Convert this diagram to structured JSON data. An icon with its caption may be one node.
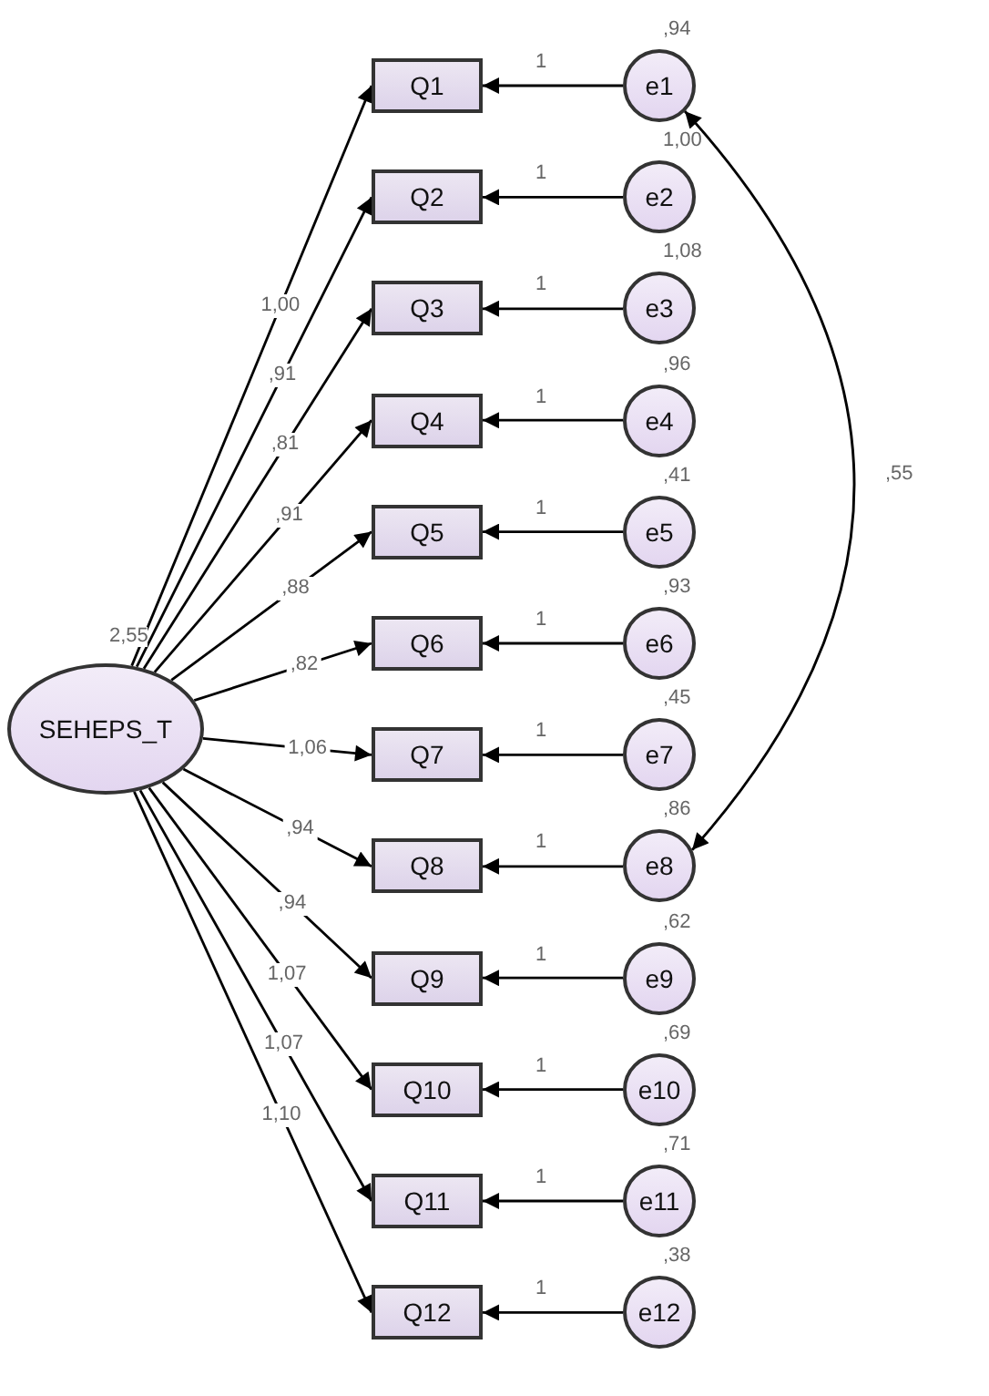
{
  "diagram": {
    "nodes": [
      {
        "text": [
          "SEHEPS_T"
        ],
        "beside": [
          "2,55"
        ]
      },
      {
        "text": [
          "Q1"
        ]
      },
      {
        "text": [
          "Q2"
        ]
      },
      {
        "text": [
          "Q3"
        ]
      },
      {
        "text": [
          "Q4"
        ]
      },
      {
        "text": [
          "Q5"
        ]
      },
      {
        "text": [
          "Q6"
        ]
      },
      {
        "text": [
          "Q7"
        ]
      },
      {
        "text": [
          "Q8"
        ]
      },
      {
        "text": [
          "Q9"
        ]
      },
      {
        "text": [
          "Q10"
        ]
      },
      {
        "text": [
          "Q11"
        ]
      },
      {
        "text": [
          "Q12"
        ]
      },
      {
        "text": [
          "e1"
        ],
        "beside": [
          ",94"
        ]
      },
      {
        "text": [
          "e2"
        ],
        "beside": [
          "1,00"
        ]
      },
      {
        "text": [
          "e3"
        ],
        "beside": [
          "1,08"
        ]
      },
      {
        "text": [
          "e4"
        ],
        "beside": [
          ",96"
        ]
      },
      {
        "text": [
          "e5"
        ],
        "beside": [
          ",41"
        ]
      },
      {
        "text": [
          "e6"
        ],
        "beside": [
          ",93"
        ]
      },
      {
        "text": [
          "e7"
        ],
        "beside": [
          ",45"
        ]
      },
      {
        "text": [
          "e8"
        ],
        "beside": [
          ",86"
        ]
      },
      {
        "text": [
          "e9"
        ],
        "beside": [
          ",62"
        ]
      },
      {
        "text": [
          "e10"
        ],
        "beside": [
          ",69"
        ]
      },
      {
        "text": [
          "e11"
        ],
        "beside": [
          ",71"
        ]
      },
      {
        "text": [
          "e12"
        ],
        "beside": [
          ",38"
        ]
      }
    ],
    "edges": [
      {
        "from": 0,
        "to": 1,
        "arrow": "to",
        "label": "1,00"
      },
      {
        "from": 0,
        "to": 2,
        "arrow": "to",
        "label": ",91"
      },
      {
        "from": 0,
        "to": 3,
        "arrow": "to",
        "label": ",81"
      },
      {
        "from": 0,
        "to": 4,
        "arrow": "to",
        "label": ",91"
      },
      {
        "from": 0,
        "to": 5,
        "arrow": "to",
        "label": ",88"
      },
      {
        "from": 0,
        "to": 6,
        "arrow": "to",
        "label": ",82"
      },
      {
        "from": 0,
        "to": 7,
        "arrow": "to",
        "label": "1,06"
      },
      {
        "from": 0,
        "to": 8,
        "arrow": "to",
        "label": ",94"
      },
      {
        "from": 0,
        "to": 9,
        "arrow": "to",
        "label": ",94"
      },
      {
        "from": 0,
        "to": 10,
        "arrow": "to",
        "label": "1,07"
      },
      {
        "from": 0,
        "to": 11,
        "arrow": "to",
        "label": "1,07"
      },
      {
        "from": 0,
        "to": 12,
        "arrow": "to",
        "label": "1,10"
      },
      {
        "from": 13,
        "to": 1,
        "arrow": "to",
        "label": "1"
      },
      {
        "from": 14,
        "to": 2,
        "arrow": "to",
        "label": "1"
      },
      {
        "from": 15,
        "to": 3,
        "arrow": "to",
        "label": "1"
      },
      {
        "from": 16,
        "to": 4,
        "arrow": "to",
        "label": "1"
      },
      {
        "from": 17,
        "to": 5,
        "arrow": "to",
        "label": "1"
      },
      {
        "from": 18,
        "to": 6,
        "arrow": "to",
        "label": "1"
      },
      {
        "from": 19,
        "to": 7,
        "arrow": "to",
        "label": "1"
      },
      {
        "from": 20,
        "to": 8,
        "arrow": "to",
        "label": "1"
      },
      {
        "from": 21,
        "to": 9,
        "arrow": "to",
        "label": "1"
      },
      {
        "from": 22,
        "to": 10,
        "arrow": "to",
        "label": "1"
      },
      {
        "from": 23,
        "to": 11,
        "arrow": "to",
        "label": "1"
      },
      {
        "from": 24,
        "to": 12,
        "arrow": "to",
        "label": "1"
      },
      {
        "from": 13,
        "to": 20,
        "arrow": "both",
        "label": ",55"
      }
    ]
  }
}
